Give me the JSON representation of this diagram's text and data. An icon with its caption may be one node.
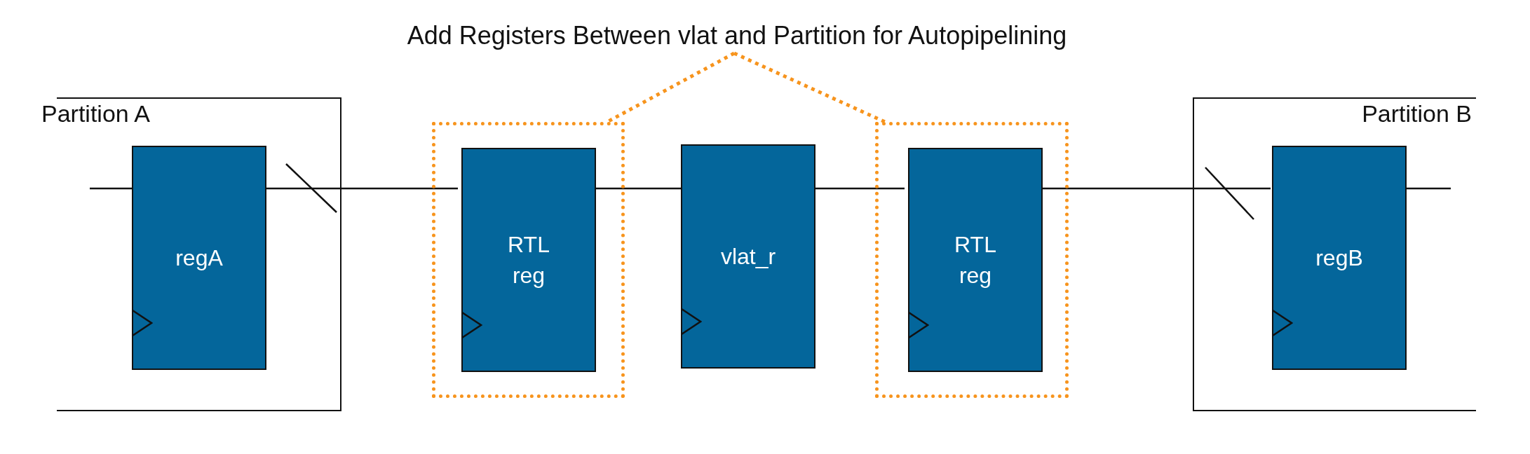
{
  "diagram": {
    "nodes": [
      {
        "text": [
          "Add Registers Between vlat and Partition for Autopipelining"
        ]
      },
      {
        "text": [
          "Partition A"
        ]
      },
      {
        "text": [
          "regA"
        ],
        "in": 1
      },
      {
        "text": [],
        "shape": "box"
      },
      {
        "text": [
          "RTL reg"
        ],
        "in": 3
      },
      {
        "text": [
          "vlat_r"
        ]
      },
      {
        "text": [],
        "shape": "box"
      },
      {
        "text": [
          "RTL reg"
        ],
        "in": 6
      },
      {
        "text": [
          "Partition B"
        ]
      },
      {
        "text": [
          "regB"
        ],
        "in": 8
      }
    ],
    "edges": [
      {
        "from": null,
        "to": 2,
        "arrow": "none"
      },
      {
        "from": 2,
        "to": 4,
        "arrow": "none"
      },
      {
        "from": 4,
        "to": 5,
        "arrow": "none"
      },
      {
        "from": 5,
        "to": 7,
        "arrow": "none"
      },
      {
        "from": 7,
        "to": 9,
        "arrow": "none"
      },
      {
        "from": 9,
        "to": null,
        "arrow": "none"
      },
      {
        "from": 0,
        "to": 3,
        "arrow": "none",
        "style": "dashed",
        "color": "#f7941d"
      },
      {
        "from": 0,
        "to": 6,
        "arrow": "none",
        "style": "dashed",
        "color": "#f7941d"
      }
    ]
  }
}
